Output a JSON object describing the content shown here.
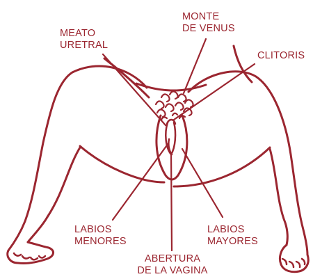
{
  "labels": {
    "meato_uretral": [
      "MEATO",
      "URETRAL"
    ],
    "monte_de_venus": [
      "MONTE",
      "DE VENUS"
    ],
    "clitoris": [
      "CLITORIS"
    ],
    "labios_menores": [
      "LABIOS",
      "MENORES"
    ],
    "labios_mayores": [
      "LABIOS",
      "MAYORES"
    ],
    "abertura_de_la_vagina": [
      "ABERTURA",
      "DE LA VAGINA"
    ]
  },
  "colors": {
    "line": "#9b2630",
    "background": "#ffffff"
  }
}
